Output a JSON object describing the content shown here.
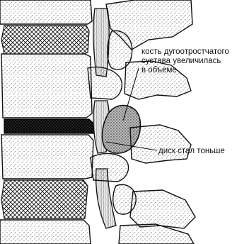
{
  "labels": {
    "facet_bone": {
      "line1": "кость дугоотростчатого",
      "line2": "сустава увеличилась",
      "line3": "в объеме"
    },
    "disc": {
      "text": "диск стал тоньше"
    }
  },
  "colors": {
    "ink": "#111111",
    "bone_fill": "#f4f4f4",
    "background": "#ffffff"
  }
}
